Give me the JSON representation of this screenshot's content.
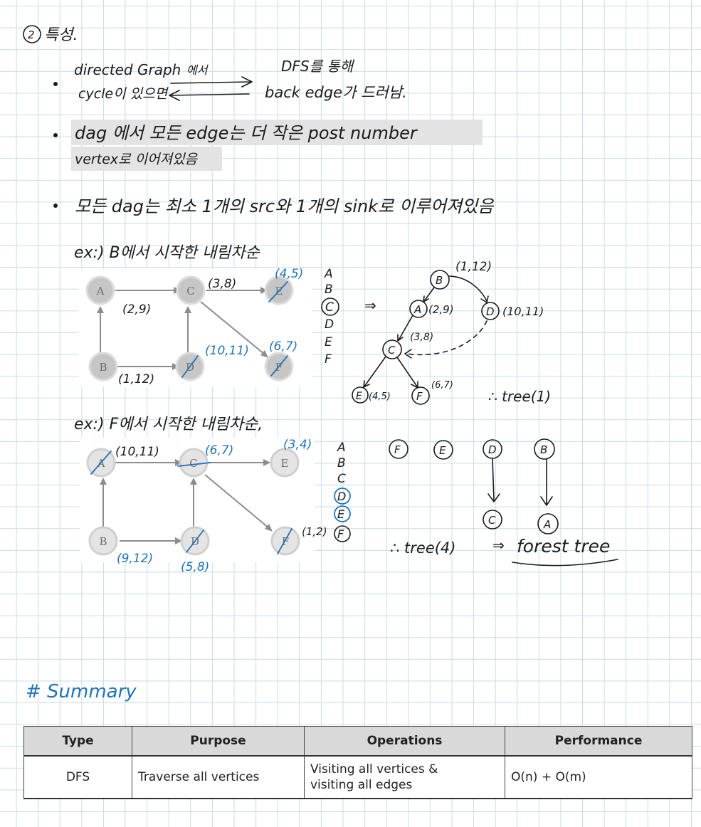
{
  "section": {
    "number": "②",
    "title": "특성."
  },
  "bullets": [
    {
      "line1_left": "directed Graph",
      "line1_mid": "에서",
      "line1_right": "DFS를 통해",
      "line2_left": "cycle이 있으면",
      "line2_right": "back edge가 드러남."
    },
    {
      "line1": "dag 에서 모든 edge는 더 작은 post number",
      "line2": "vertex로 이어져있음"
    },
    {
      "line1": "모든 dag는 최소 1개의 src와 1개의 sink로 이루어져있음"
    }
  ],
  "example1": {
    "title": "ex:) B에서 시작한 내림차순",
    "nodes": [
      "A",
      "C",
      "E",
      "B",
      "D",
      "F"
    ],
    "annotations": {
      "A": "(2,9)",
      "C": "(3,8)",
      "E": "(4,5)",
      "B": "(1,12)",
      "D": "(10,11)",
      "F": "(6,7)"
    },
    "order": [
      "A",
      "B",
      "C",
      "D",
      "E",
      "F"
    ],
    "arrow": "⇒",
    "tree_nodes": [
      "B",
      "A",
      "D",
      "C",
      "E",
      "F"
    ],
    "tree_labels": {
      "B": "(1,12)",
      "A": "(2,9)",
      "D": "(10,11)",
      "C": "(3,8)",
      "E": "(4,5)",
      "F": "(6,7)"
    },
    "conclusion": "∴ tree(1)"
  },
  "example2": {
    "title": "ex:) F에서 시작한 내림차순,",
    "nodes": [
      "A",
      "C",
      "E",
      "B",
      "D",
      "F"
    ],
    "annotations": {
      "A": "(10,11)",
      "C": "(6,7)",
      "E": "(3,4)",
      "B": "(9,12)",
      "D": "(5,8)",
      "F": "(1,2)"
    },
    "order": [
      "A",
      "B",
      "C",
      "D",
      "E",
      "F"
    ],
    "forest_roots": [
      "F",
      "E",
      "D",
      "B"
    ],
    "forest_children": [
      "C",
      "A"
    ],
    "conclusion": "∴ tree(4)",
    "arrow": "⇒",
    "result": "forest tree"
  },
  "summary": {
    "heading": "# Summary",
    "columns": [
      "Type",
      "Purpose",
      "Operations",
      "Performance"
    ],
    "rows": [
      {
        "type": "DFS",
        "purpose": "Traverse all vertices",
        "operations_line1": "Visiting all vertices &",
        "operations_line2": "visiting all edges",
        "performance": "O(n) + O(m)"
      }
    ]
  },
  "colors": {
    "ink": "#1b1b1b",
    "pen_blue": "#1f73b7",
    "grid": "#c7dcec",
    "table_header": "#d9d9d9"
  }
}
